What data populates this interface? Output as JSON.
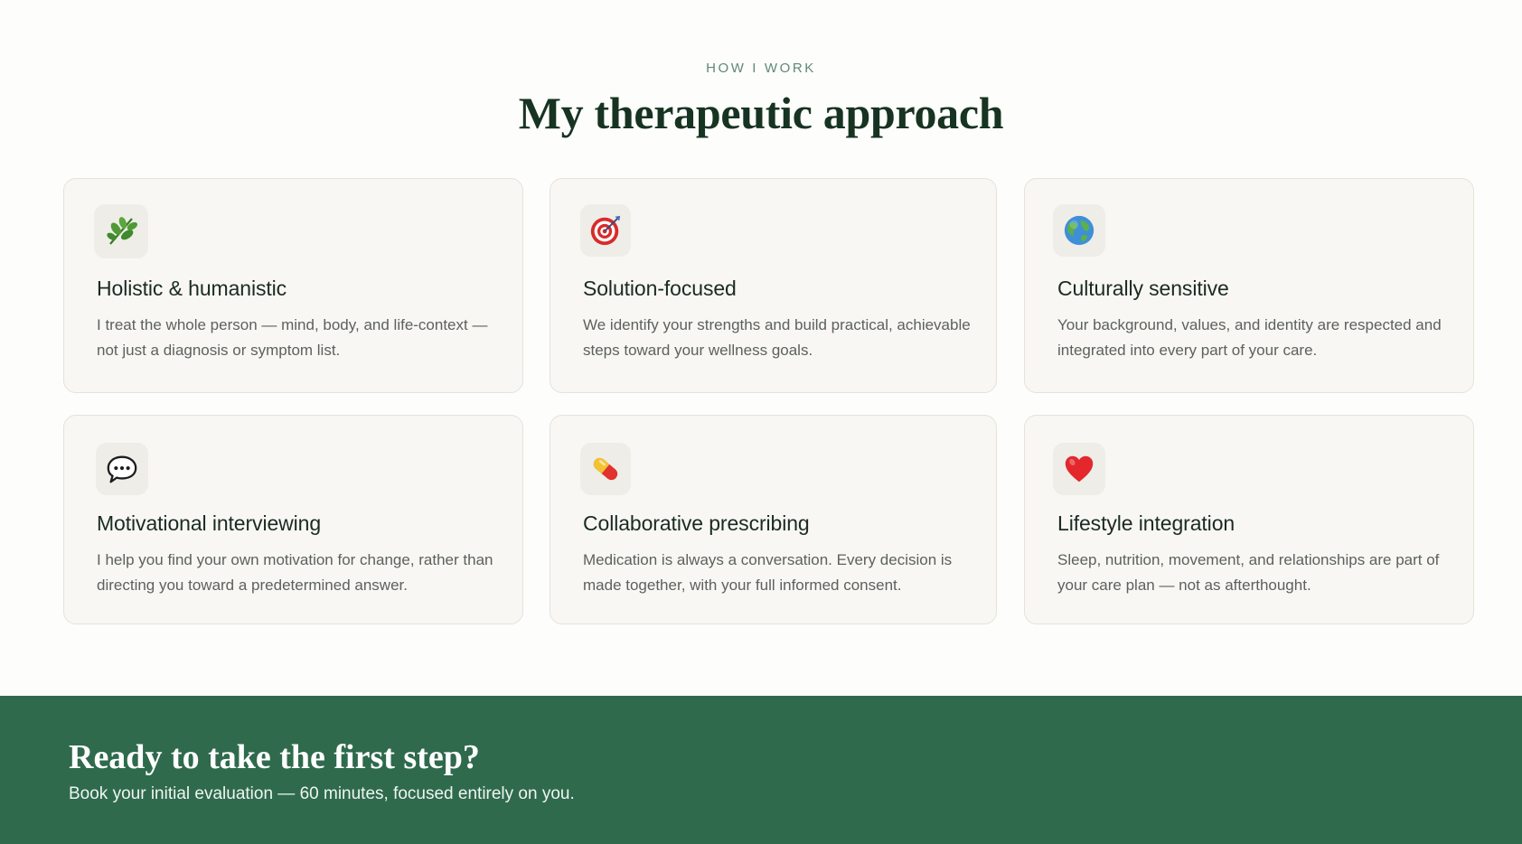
{
  "header": {
    "eyebrow": "HOW I WORK",
    "title": "My therapeutic approach"
  },
  "cards": [
    {
      "icon": "leaf-icon",
      "title": "Holistic & humanistic",
      "description": "I treat the whole person — mind, body, and life-context — not just a diagnosis or symptom list."
    },
    {
      "icon": "target-icon",
      "title": "Solution-focused",
      "description": "We identify your strengths and build practical, achievable steps toward your wellness goals."
    },
    {
      "icon": "globe-icon",
      "title": "Culturally sensitive",
      "description": "Your background, values, and identity are respected and integrated into every part of your care."
    },
    {
      "icon": "speech-bubble-icon",
      "title": "Motivational interviewing",
      "description": "I help you find your own motivation for change, rather than directing you toward a predetermined answer."
    },
    {
      "icon": "pill-icon",
      "title": "Collaborative prescribing",
      "description": "Medication is always a conversation. Every decision is made together, with your full informed consent."
    },
    {
      "icon": "heart-icon",
      "title": "Lifestyle integration",
      "description": "Sleep, nutrition, movement, and relationships are part of your care plan — not as afterthought."
    }
  ],
  "cta": {
    "title": "Ready to take the first step?",
    "subtitle": "Book your initial evaluation — 60 minutes, focused entirely on you."
  },
  "colors": {
    "accent_green": "#2f6a4d",
    "heading": "#173322",
    "eyebrow": "#5e8a73",
    "card_bg": "#f8f7f4",
    "card_border": "#e6e2da"
  }
}
